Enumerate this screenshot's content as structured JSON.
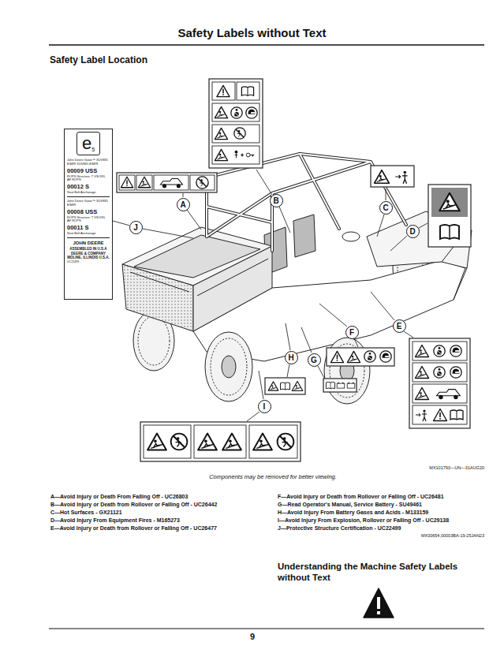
{
  "diagram": {
    "title": "Safety Labels without Text",
    "caption": "Components may be removed for better viewing.",
    "nodes": [
      {
        "text": [
          "John Deere Gator™ XUV835 E/M/R XUV865 E/M/R",
          "00009 USS",
          "ROPS Structure: T VSO/XL AF ROPS",
          "00012 S",
          "Seat Belt Anchorage",
          "John Deere Gator™ XUV835 E/M/R",
          "00008 USS",
          "ROPS Structure: T VSO/XL AF ROPS",
          "00011 S",
          "Seat Belt Anchorage",
          "JOHN DEERE",
          "ASSEMBLED IN U.S.A DEERE & COMPANY MOLINE, ILLINOIS U.S.A.",
          "UC22499"
        ]
      },
      {
        "text": [
          "e",
          "5"
        ],
        "in": 0
      },
      {
        "text": [
          "A"
        ]
      },
      {
        "text": [
          "B"
        ]
      },
      {
        "text": [
          "C"
        ]
      },
      {
        "text": [
          "J"
        ]
      },
      {
        "text": [
          "D"
        ]
      },
      {
        "text": [
          "E"
        ]
      },
      {
        "text": [
          "F"
        ]
      },
      {
        "text": [
          "H"
        ]
      },
      {
        "text": [
          "G"
        ]
      },
      {
        "text": [
          "I"
        ]
      }
    ],
    "edges": [
      {
        "from": 0,
        "to": 5,
        "arrow": "none"
      }
    ],
    "labels": [
      "Safety Label Location",
      "MX101793—UN—31AUG20",
      "A—Avoid Injury or Death From Falling Off - UC26803",
      "B—Avoid Injury or Death from Rollover or Falling Off - UC26442",
      "C—Hot Surfaces - GX21121",
      "D—Avoid Injury From Equipment Fires - M165273",
      "E—Avoid Injury or Death from Rollover or Falling Off - UC26477",
      "F—Avoid Injury or Death from Rollover or Falling Off - UC26481",
      "G—Read Operator's Manual, Service Battery - SU49461",
      "H—Avoid Injury From Battery Gases and Acids - M133159",
      "I—Avoid Injury From Explosion, Rollover or Falling Off - UC29138",
      "J—Protective Structure Certification - UC22499",
      "MX00654,00003BA-19-25JAN23",
      "Understanding the Machine Safety Labels without Text",
      "9"
    ]
  }
}
